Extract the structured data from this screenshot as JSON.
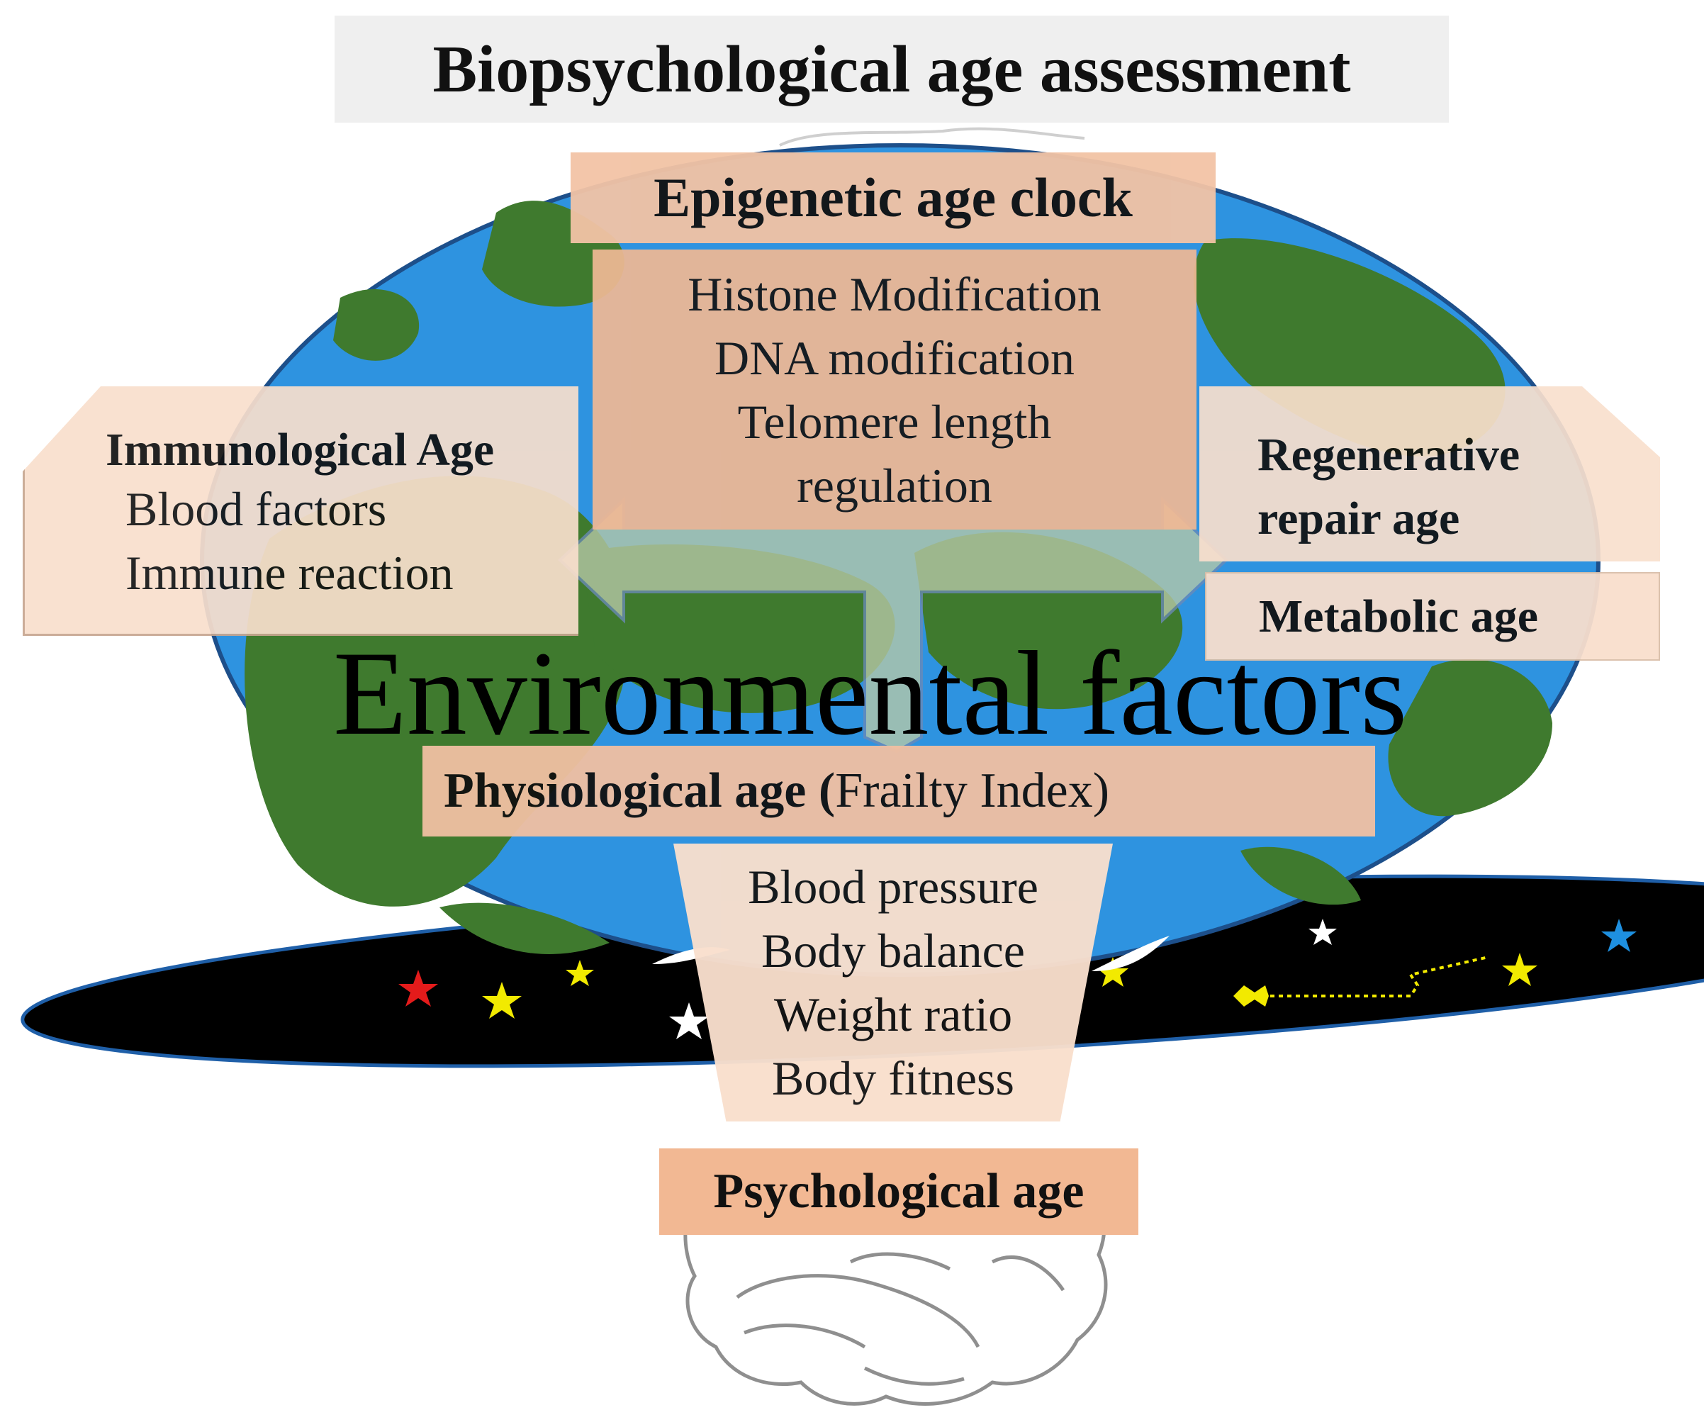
{
  "title": "Biopsychological age assessment",
  "epigenetic": {
    "heading": "Epigenetic age clock",
    "items": [
      "Histone Modification",
      "DNA modification",
      "Telomere length",
      "regulation"
    ]
  },
  "immunological": {
    "heading": "Immunological Age",
    "items": [
      "Blood factors",
      "Immune reaction"
    ]
  },
  "regenerative": {
    "heading_line1": "Regenerative",
    "heading_line2": "repair age"
  },
  "metabolic": {
    "heading": "Metabolic age"
  },
  "environmental": "Environmental factors",
  "physiological": {
    "heading_bold": "Physiological age (",
    "heading_normal": "Frailty Index)",
    "items": [
      "Blood pressure",
      "Body balance",
      "Weight ratio",
      "Body fitness"
    ]
  },
  "psychological": {
    "heading": "Psychological age"
  },
  "colors": {
    "ocean": "#2e93e0",
    "land": "#3f7a2e",
    "box_dark": "#efb894",
    "box_light": "#f9dfcd",
    "space": "#000000"
  }
}
